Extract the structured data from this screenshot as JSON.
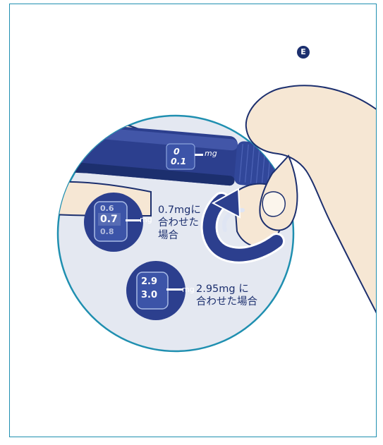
{
  "step_badge": "E",
  "pen_window": {
    "upper": "0",
    "lower": "0.1",
    "unit": "mg"
  },
  "inset_07": {
    "dial_top": "0.6",
    "dial_value": "0.7",
    "dial_bottom": "0.8",
    "unit": "mg",
    "caption_lines": [
      "0.7mgに",
      "合わせた",
      "場合"
    ]
  },
  "inset_295": {
    "dial_top": "2.9",
    "dial_bottom": "3.0",
    "unit": "mg",
    "caption_lines": [
      "2.95mg に",
      "合わせた場合"
    ]
  },
  "colors": {
    "frame": "#1f8fb0",
    "pen_body": "#2c3f8e",
    "pen_dark": "#1c2f6e",
    "magnifier_fill": "#e4e8f1",
    "magnifier_border": "#1f8fb0",
    "skin": "#f6e7d4",
    "skin_outline": "#1c2f6e",
    "cap_accent": "#3fb6c4",
    "arrow": "#2c3f8e"
  },
  "icons": [
    "rotate-arrow-icon"
  ]
}
